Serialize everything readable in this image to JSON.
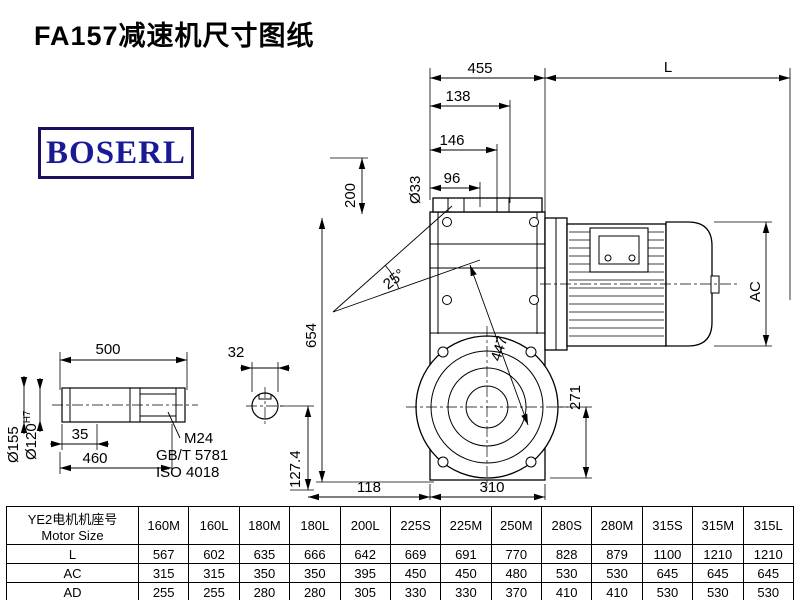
{
  "page": {
    "title": "FA157减速机尺寸图纸",
    "logo_text": "BOSERL"
  },
  "drawing": {
    "dims": {
      "d455": "455",
      "dL": "L",
      "d138": "138",
      "d146": "146",
      "d96": "96",
      "d33": "Ø33",
      "d200": "200",
      "d25": "25°",
      "d654": "654",
      "d447": "447",
      "dAC": "AC",
      "d271": "271",
      "d500": "500",
      "d32": "32",
      "d35": "35",
      "d460": "460",
      "d155": "Ø155",
      "d120": "Ø120",
      "d120_tol": "H7",
      "m24": "M24",
      "gb_standard": "GB/T 5781",
      "iso_standard": "ISO 4018",
      "d127": "127.4",
      "d118": "118",
      "d310": "310"
    }
  },
  "table": {
    "row_header": {
      "line1": "YE2电机机座号",
      "line2": "Motor Size"
    },
    "columns": [
      "160M",
      "160L",
      "180M",
      "180L",
      "200L",
      "225S",
      "225M",
      "250M",
      "280S",
      "280M",
      "315S",
      "315M",
      "315L"
    ],
    "rows": [
      {
        "label": "L",
        "values": [
          "567",
          "602",
          "635",
          "666",
          "642",
          "669",
          "691",
          "770",
          "828",
          "879",
          "1100",
          "1210",
          "1210"
        ]
      },
      {
        "label": "AC",
        "values": [
          "315",
          "315",
          "350",
          "350",
          "395",
          "450",
          "450",
          "480",
          "530",
          "530",
          "645",
          "645",
          "645"
        ]
      },
      {
        "label": "AD",
        "values": [
          "255",
          "255",
          "280",
          "280",
          "305",
          "330",
          "330",
          "370",
          "410",
          "410",
          "530",
          "530",
          "530"
        ]
      }
    ]
  }
}
